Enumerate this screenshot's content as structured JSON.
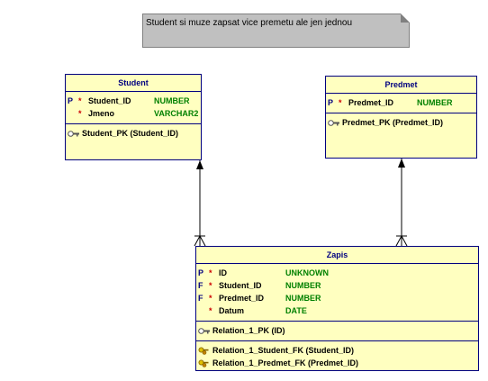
{
  "note": {
    "text": "Student si muze zapsat vice premetu ale jen jednou"
  },
  "student": {
    "title": "Student",
    "columns": [
      {
        "flag": "P",
        "req": "*",
        "name": "Student_ID",
        "type": "NUMBER"
      },
      {
        "flag": "",
        "req": "*",
        "name": "Jmeno",
        "type": "VARCHAR2"
      }
    ],
    "keys": [
      {
        "icon": "key-icon",
        "label": "Student_PK (Student_ID)"
      }
    ]
  },
  "predmet": {
    "title": "Predmet",
    "columns": [
      {
        "flag": "P",
        "req": "*",
        "name": "Predmet_ID",
        "type": "NUMBER"
      }
    ],
    "keys": [
      {
        "icon": "key-icon",
        "label": "Predmet_PK (Predmet_ID)"
      }
    ]
  },
  "zapis": {
    "title": "Zapis",
    "columns": [
      {
        "flag": "P",
        "req": "*",
        "name": "ID",
        "type": "UNKNOWN"
      },
      {
        "flag": "F",
        "req": "*",
        "name": "Student_ID",
        "type": "NUMBER"
      },
      {
        "flag": "F",
        "req": "*",
        "name": "Predmet_ID",
        "type": "NUMBER"
      },
      {
        "flag": "",
        "req": "*",
        "name": "Datum",
        "type": "DATE"
      }
    ],
    "keys": [
      {
        "icon": "key-icon",
        "label": "Relation_1_PK (ID)"
      }
    ],
    "foreign_keys": [
      {
        "icon": "foreign-key-icon",
        "label": "Relation_1_Student_FK (Student_ID)"
      },
      {
        "icon": "foreign-key-icon",
        "label": "Relation_1_Predmet_FK (Predmet_ID)"
      }
    ]
  },
  "colors": {
    "border": "#000080",
    "fill": "#ffffc0",
    "type": "#008000",
    "required": "#cc0000",
    "note": "#c0c0c0"
  }
}
